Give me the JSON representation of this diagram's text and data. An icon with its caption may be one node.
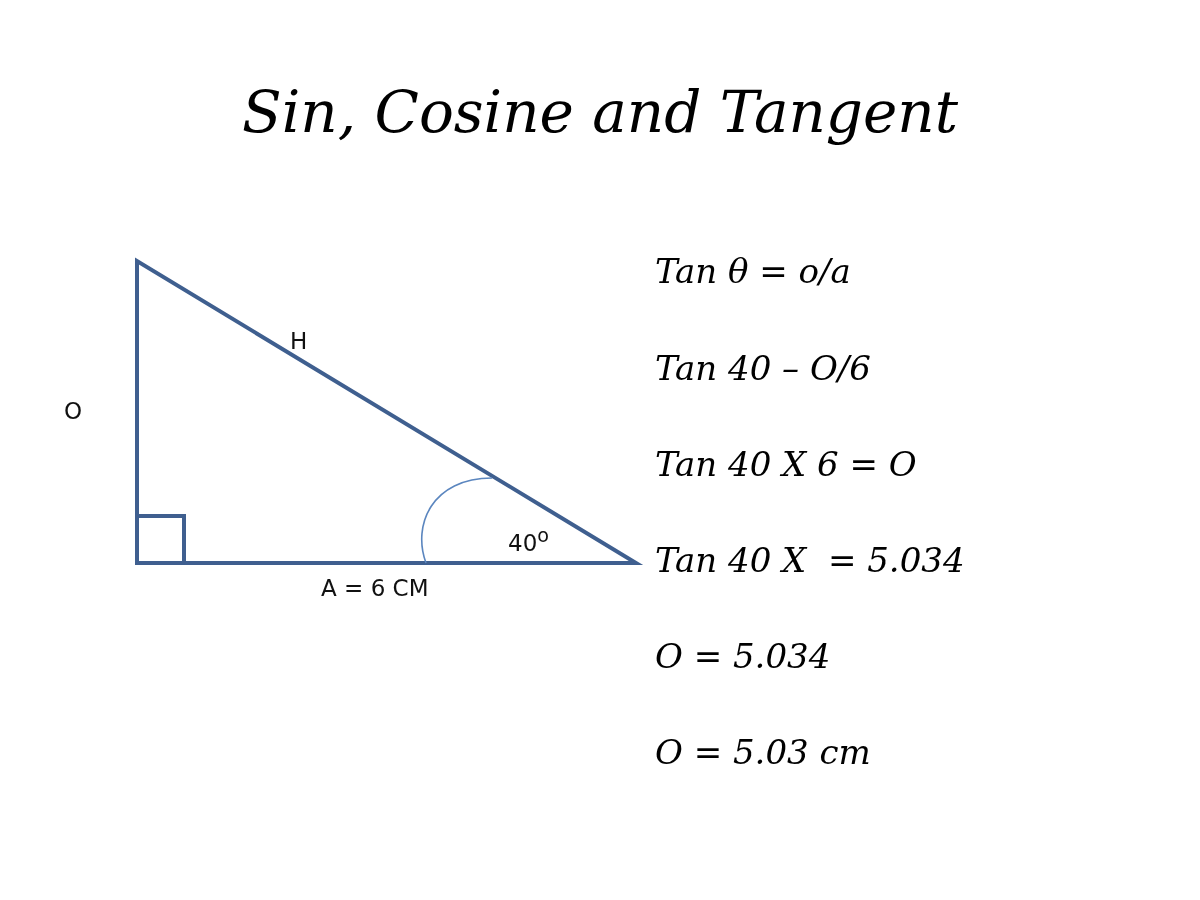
{
  "diagram": {
    "title": "Sin, Cosine and Tangent",
    "labels": [
      "H",
      "O",
      "40$^{o}$",
      "A = 6 CM",
      "Tan θ = o/a",
      "Tan 40 – O/6",
      "Tan 40 X 6 = O",
      "Tan 40 X  = 5.034",
      "O = 5.034",
      "O = 5.03 cm"
    ]
  }
}
